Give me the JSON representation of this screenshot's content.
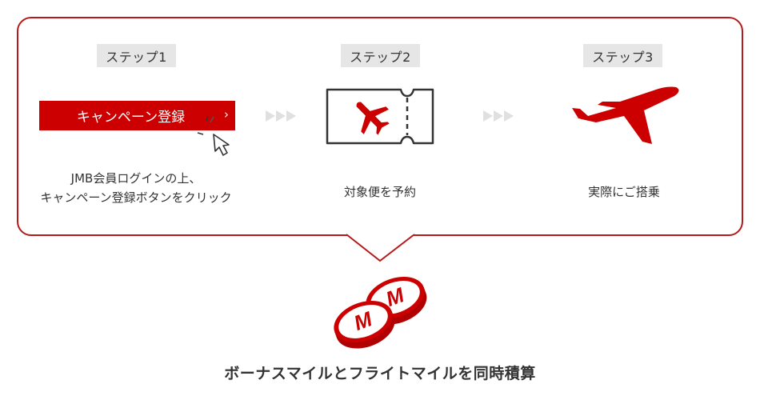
{
  "steps": [
    {
      "label": "ステップ1",
      "button_label": "キャンペーン登録",
      "button_chevron": "›",
      "icon": "cursor-click-icon",
      "description_line1": "JMB会員ログインの上、",
      "description_line2": "キャンペーン登録ボタンをクリック"
    },
    {
      "label": "ステップ2",
      "icon": "flight-ticket-icon",
      "description_line1": "対象便を予約"
    },
    {
      "label": "ステップ3",
      "icon": "airplane-takeoff-icon",
      "description_line1": "実際にご搭乗"
    }
  ],
  "connectors": [
    "triple-arrow-icon",
    "triple-arrow-icon"
  ],
  "result": {
    "icon": "mile-coins-icon",
    "coin_letter": "M",
    "text": "ボーナスマイルとフライトマイルを同時積算"
  },
  "colors": {
    "accent": "#cc0000",
    "border": "#b51a1a",
    "label_bg": "#e6e6e6",
    "text": "#333333",
    "arrow": "#e0e0e0"
  }
}
